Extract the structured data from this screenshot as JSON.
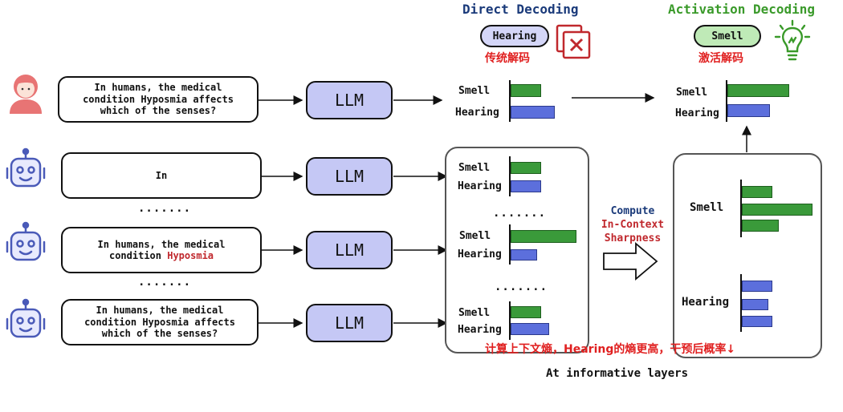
{
  "direct_decoding": {
    "title": "Direct Decoding",
    "answer_pill": "Hearing",
    "cn_label": "传统解码"
  },
  "activation_decoding": {
    "title": "Activation Decoding",
    "answer_pill": "Smell",
    "cn_label": "激活解码"
  },
  "rows": [
    {
      "input_lines": [
        "In humans, the medical",
        "condition Hyposmia affects",
        "which of the senses?"
      ],
      "model": "LLM"
    },
    {
      "input_lines": [
        "In"
      ],
      "model": "LLM"
    },
    {
      "input_lines": [
        "In humans, the medical",
        "condition "
      ],
      "highlight": "Hyposmia",
      "model": "LLM"
    },
    {
      "input_lines": [
        "In humans, the medical",
        "condition Hyposmia affects",
        "which of the senses?"
      ],
      "model": "LLM"
    }
  ],
  "ellipsis": ".......",
  "labels": {
    "smell": "Smell",
    "hearing": "Hearing"
  },
  "compute_lines": [
    "Compute",
    "In-Context",
    "Sharpness"
  ],
  "colors": {
    "smell_bar": "#3a9a3a",
    "hearing_bar": "#5c6fdc",
    "highlight_red": "#c0282d",
    "annotation_red": "#e02020",
    "llm_fill": "#c5c8f5"
  },
  "annotation_cn": "计算上下文熵，Hearing的熵更高，干预后概率↓",
  "footer": "At informative layers",
  "chart_data": [
    {
      "type": "bar",
      "name": "direct-output",
      "categories": [
        "Smell",
        "Hearing"
      ],
      "values": [
        0.38,
        0.55
      ]
    },
    {
      "type": "bar",
      "name": "activation-output",
      "categories": [
        "Smell",
        "Hearing"
      ],
      "values": [
        0.77,
        0.53
      ]
    },
    {
      "type": "bar",
      "name": "layer-in",
      "categories": [
        "Smell",
        "Hearing"
      ],
      "values": [
        0.38,
        0.38
      ]
    },
    {
      "type": "bar",
      "name": "layer-hyposmia",
      "categories": [
        "Smell",
        "Hearing"
      ],
      "values": [
        0.82,
        0.33
      ]
    },
    {
      "type": "bar",
      "name": "layer-full",
      "categories": [
        "Smell",
        "Hearing"
      ],
      "values": [
        0.38,
        0.48
      ]
    },
    {
      "type": "bar",
      "name": "sharpness-smell",
      "categories": [
        "1",
        "2",
        "3"
      ],
      "values": [
        0.38,
        0.88,
        0.46
      ]
    },
    {
      "type": "bar",
      "name": "sharpness-hearing",
      "categories": [
        "1",
        "2",
        "3"
      ],
      "values": [
        0.38,
        0.33,
        0.38
      ]
    }
  ]
}
